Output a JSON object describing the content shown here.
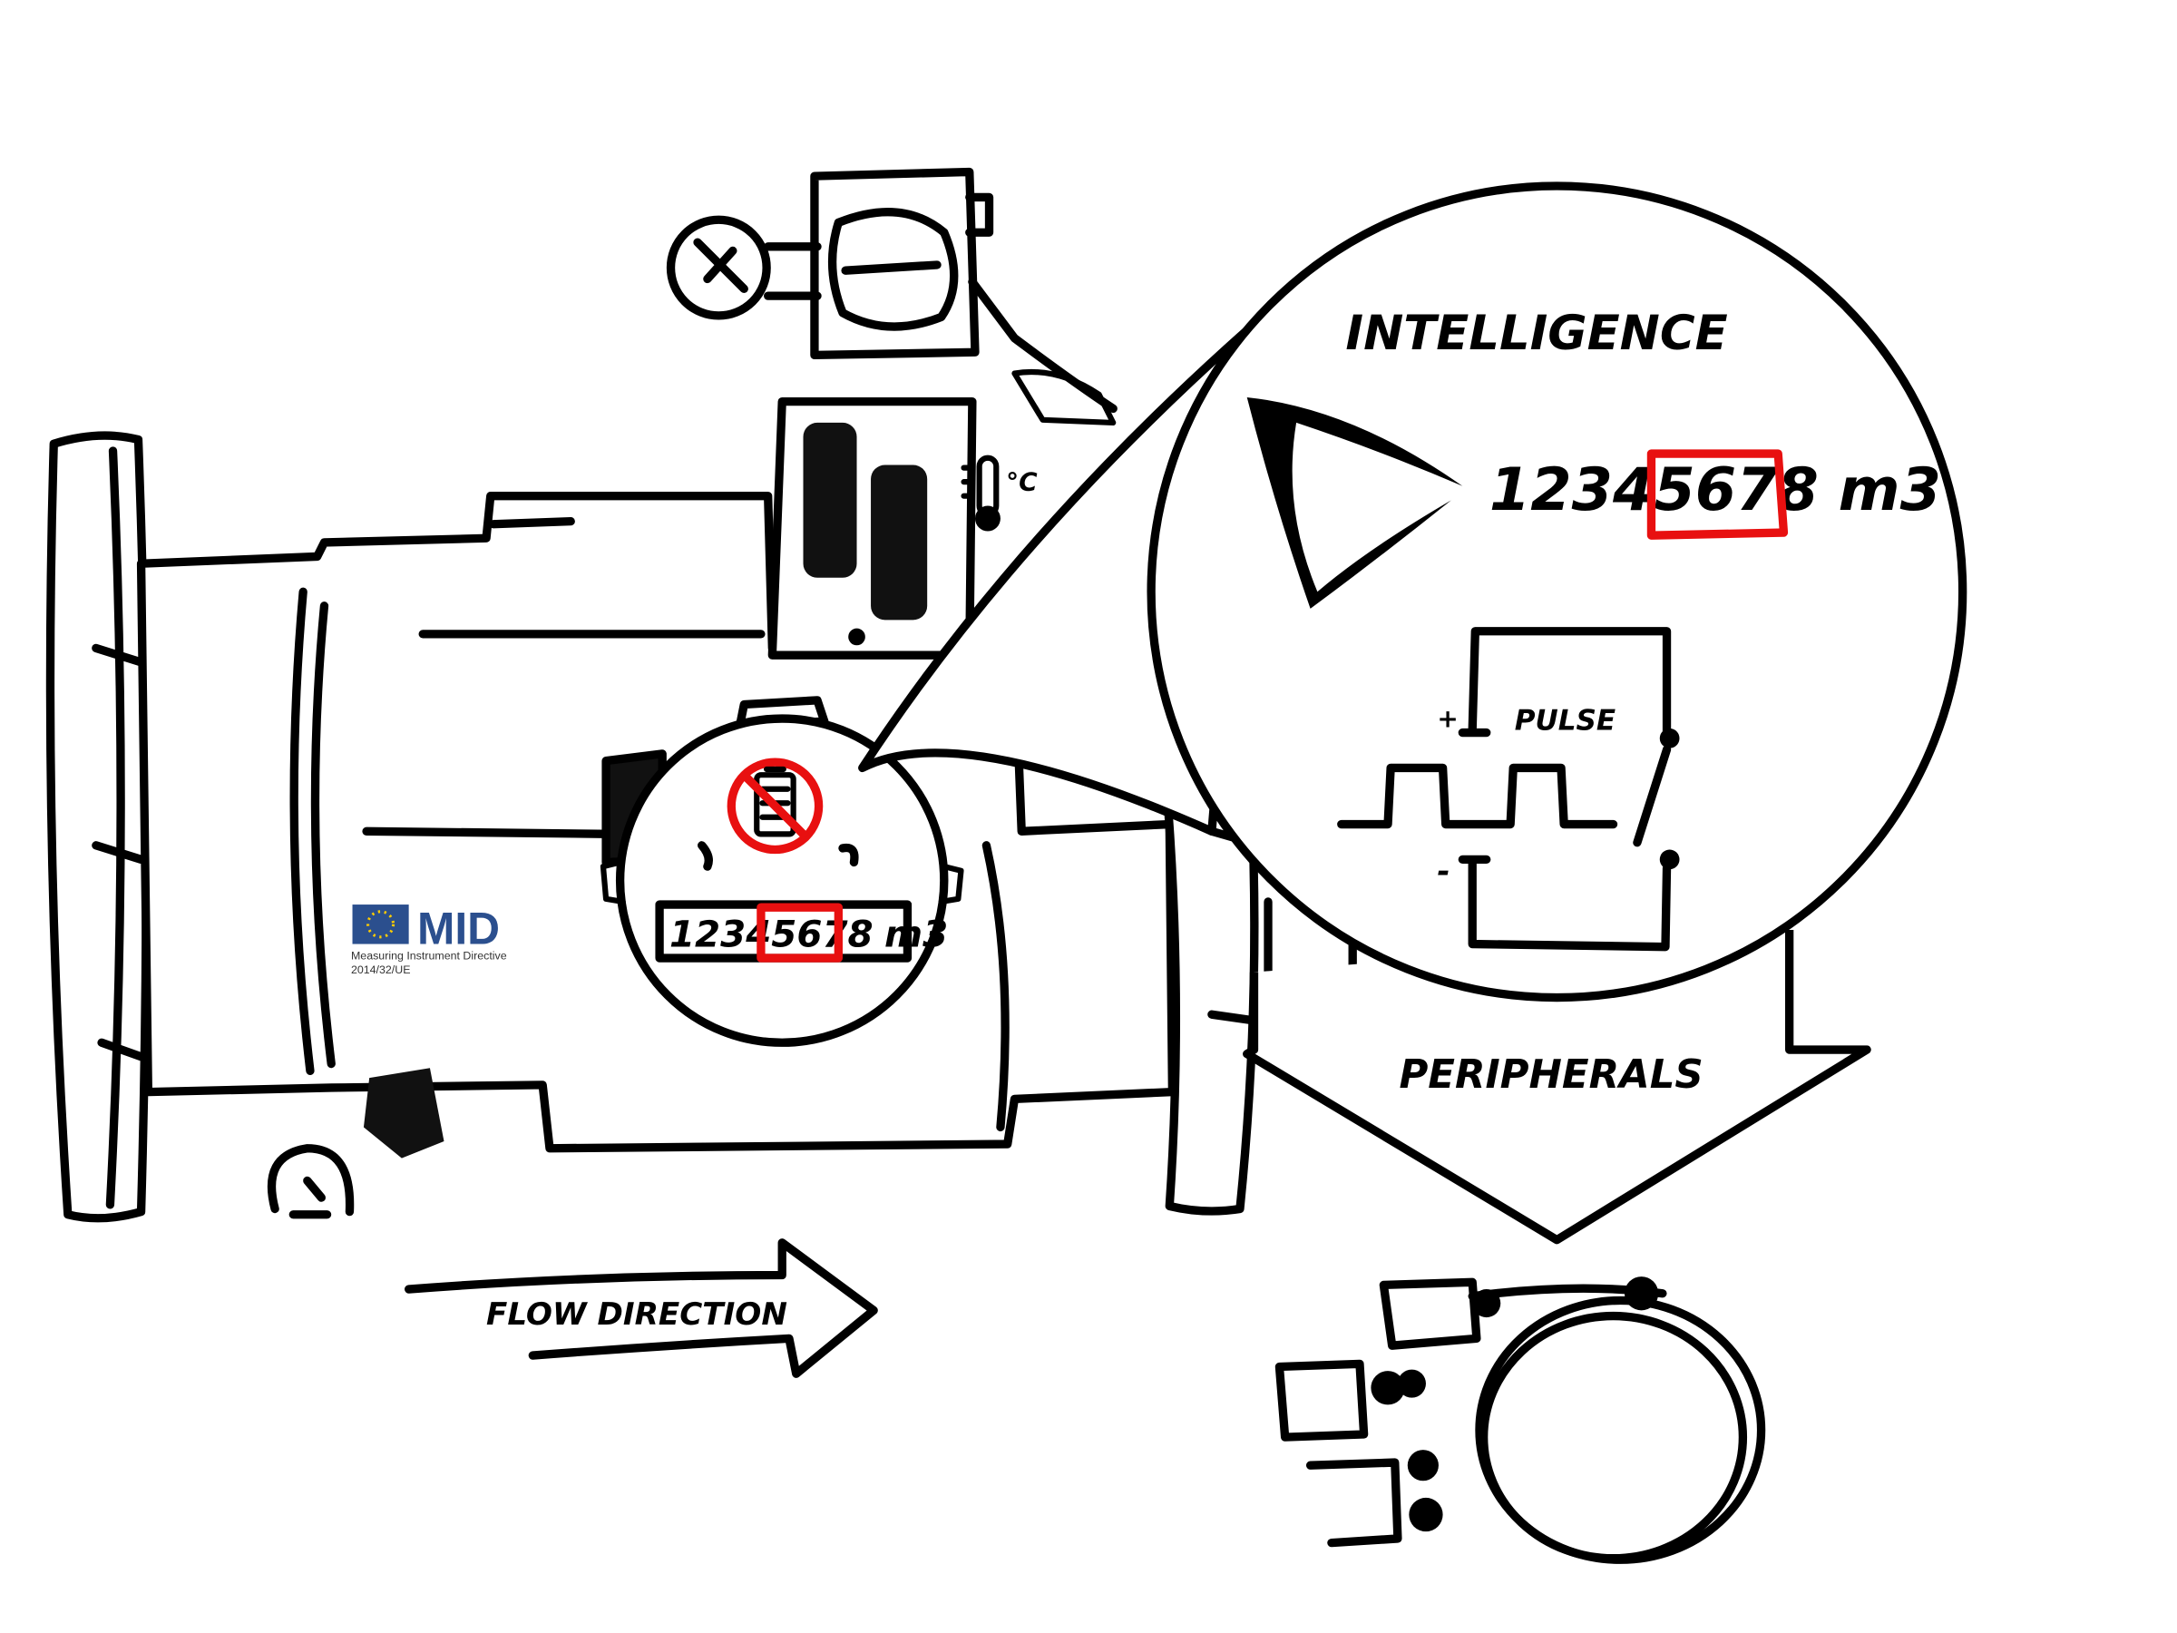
{
  "title_intelligence": "INTELLIGENCE",
  "title_peripherals": "PERIPHERALS",
  "flow_label": "FLOW DIRECTION",
  "meter_reading": {
    "digits_plain": "12345",
    "digits_highlight": "678",
    "unit": "m3"
  },
  "pulse_label": "PULSE",
  "pulse_plus": "+",
  "pulse_minus": "-",
  "temperature_unit": "°C",
  "mid_logo": {
    "text": "MID",
    "line1": "Measuring Instrument Directive",
    "line2": "2014/32/UE"
  },
  "colors": {
    "ink": "#000000",
    "highlight": "#e81010",
    "mid_blue": "#2b4f8e",
    "eu_star": "#ffcc00"
  }
}
